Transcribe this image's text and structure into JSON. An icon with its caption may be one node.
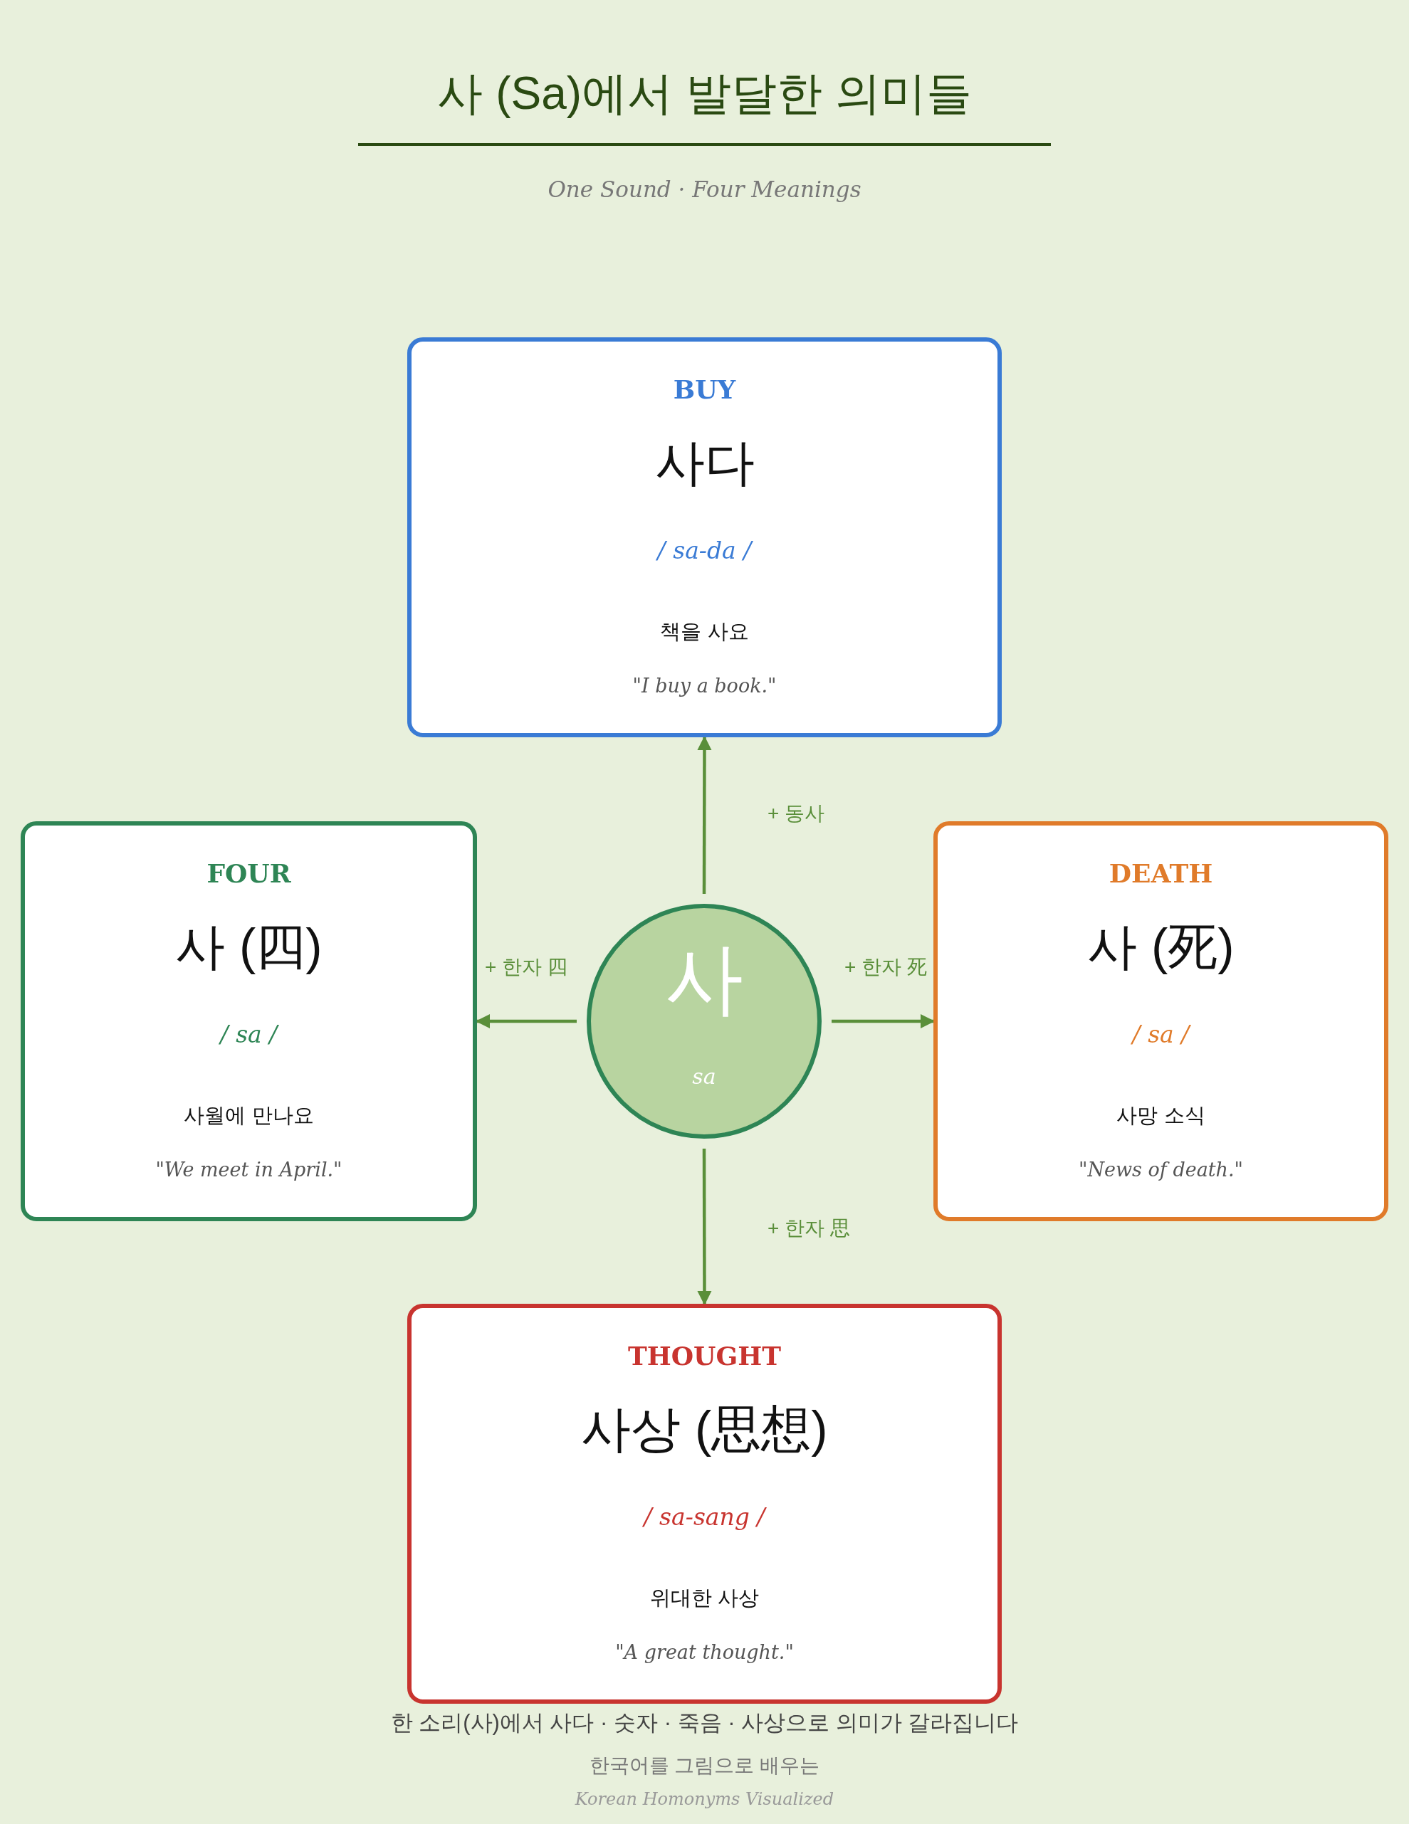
{
  "diagram": {
    "title": "사 (Sa)에서 발달한 의미들",
    "nodes": [
      {
        "text": [
          "BUY",
          "사다",
          "/ sa-da /",
          "책을 사요",
          "\"I buy a book.\""
        ]
      },
      {
        "text": [
          "FOUR",
          "사 (四)",
          "/ sa /",
          "사월에 만나요",
          "\"We meet in April.\""
        ]
      },
      {
        "text": [
          "사",
          "sa"
        ]
      },
      {
        "text": [
          "DEATH",
          "사 (死)",
          "/ sa /",
          "사망 소식",
          "\"News of death.\""
        ]
      },
      {
        "text": [
          "THOUGHT",
          "사상 (思想)",
          "/ sa-sang /",
          "위대한 사상",
          "\"A great thought.\""
        ]
      }
    ],
    "edges": [
      {
        "from": 2,
        "to": 0,
        "arrow": "to",
        "label": "+ 동사"
      },
      {
        "from": 2,
        "to": 1,
        "arrow": "to",
        "label": "+ 한자 四"
      },
      {
        "from": 2,
        "to": 3,
        "arrow": "to",
        "label": "+ 한자 死"
      },
      {
        "from": 2,
        "to": 4,
        "arrow": "to",
        "label": "+ 한자 思"
      }
    ],
    "labels": [
      "One Sound · Four Meanings",
      "한 소리(사)에서 사다 · 숫자 · 죽음 · 사상으로 의미가 갈라집니다",
      "한국어를 그림으로 배우는",
      "Korean Homonyms Visualized"
    ]
  }
}
